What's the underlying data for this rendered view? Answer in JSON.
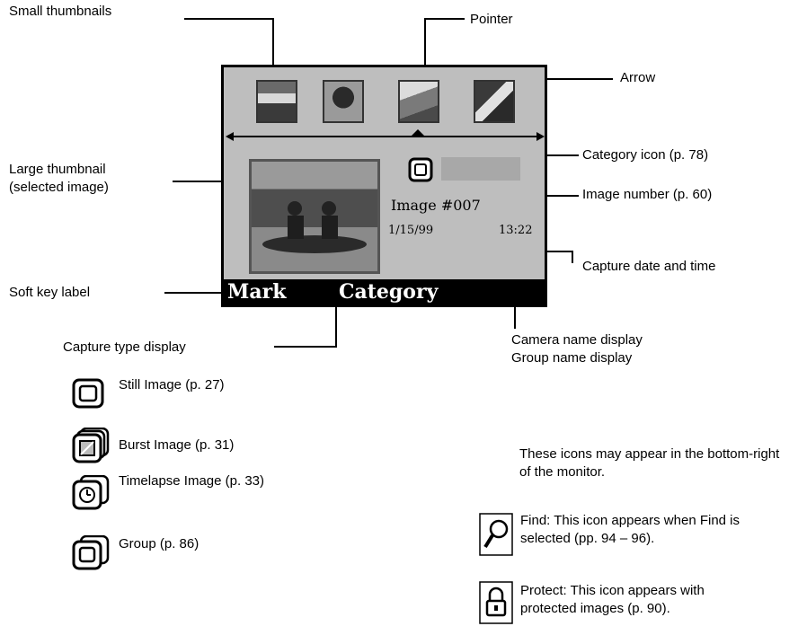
{
  "labels": {
    "small_thumbnails": "Small thumbnails",
    "pointer": "Pointer",
    "arrow": "Arrow",
    "large_thumbnail_1": "Large thumbnail",
    "large_thumbnail_2": "(selected image)",
    "category_icon": "Category icon (p. 78)",
    "image_number": "Image number (p. 60)",
    "capture_date_time": "Capture date and time",
    "soft_key_label": "Soft key label",
    "capture_type_display": "Capture type display",
    "camera_name_display": "Camera name display",
    "group_name_display": "Group name display"
  },
  "monitor": {
    "image_number": "Image #007",
    "date": "1/15/99",
    "time": "13:22",
    "softkeys": [
      "Mark",
      "Category"
    ]
  },
  "capture_types": [
    {
      "icon": "still-image-icon",
      "label": "Still Image (p. 27)"
    },
    {
      "icon": "burst-image-icon",
      "label": "Burst Image (p. 31)"
    },
    {
      "icon": "timelapse-image-icon",
      "label": "Timelapse Image (p. 33)"
    },
    {
      "icon": "group-icon",
      "label": "Group (p. 86)"
    }
  ],
  "bottom_right": {
    "intro_1": "These icons may appear in the bottom-right",
    "intro_2": "of the monitor.",
    "find_1": "Find: This icon appears when Find is",
    "find_2": "selected (pp. 94 – 96).",
    "protect_1": "Protect: This icon appears with",
    "protect_2": "protected images (p. 90)."
  }
}
